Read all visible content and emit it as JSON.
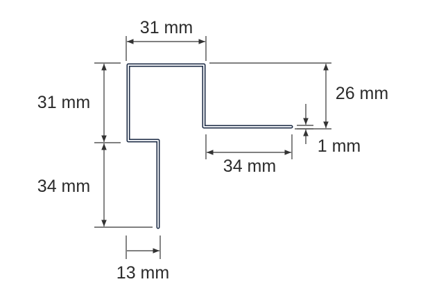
{
  "diagram": {
    "dimensions": {
      "top_width": "31 mm",
      "left_upper_height": "31 mm",
      "left_lower_height": "34 mm",
      "bottom_width": "13 mm",
      "right_height": "26 mm",
      "flange_width": "34 mm",
      "thickness": "1 mm"
    },
    "colors": {
      "profile": "#1c2b44",
      "profile_highlight": "#e9ecf1",
      "dimension_lines": "#333333",
      "text": "#2b2b2b"
    }
  }
}
